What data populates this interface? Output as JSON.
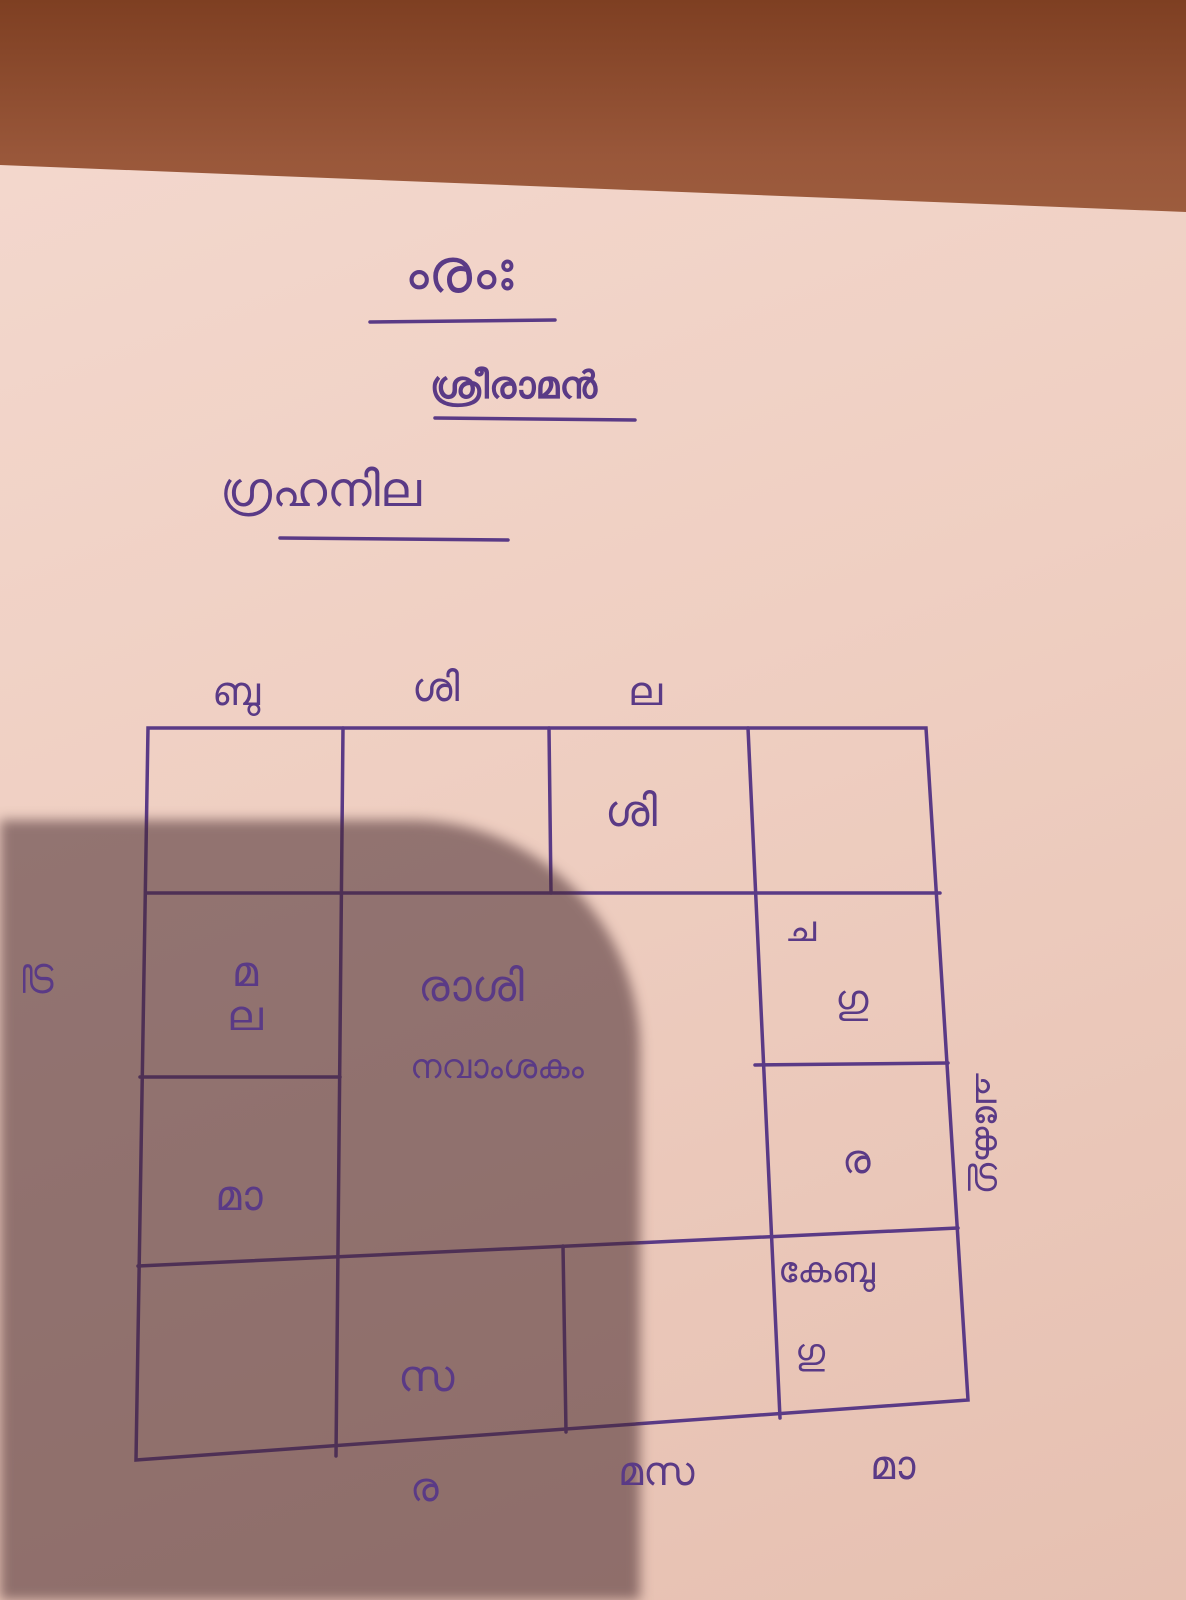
{
  "header": {
    "om": "ൟഃ",
    "title": "ശ്രീരാമൻ",
    "subtitle": "ഗ്രഹനില"
  },
  "outside_labels": {
    "top": [
      "ബു",
      "ശി",
      "ല"
    ],
    "left": "ഗു",
    "right": "ചകേഗു",
    "bottom": [
      "ര",
      "മസ",
      "മാ"
    ]
  },
  "cells": {
    "r1c3": "ശി",
    "r2c1": "മ ല",
    "r2c4_top": "ച",
    "r2c4_bottom": "ഗു",
    "center_line1": "രാശി",
    "center_line2": "നവാംശകം",
    "r3c1": "മാ",
    "r3c4": "ര",
    "r4c2": "സ",
    "r4c4_line1": "കേബു",
    "r4c4_line2": "ഗു"
  },
  "colors": {
    "ink": "#5a3a86",
    "paper": "#f0d2c5",
    "background": "#8a4a2c"
  }
}
